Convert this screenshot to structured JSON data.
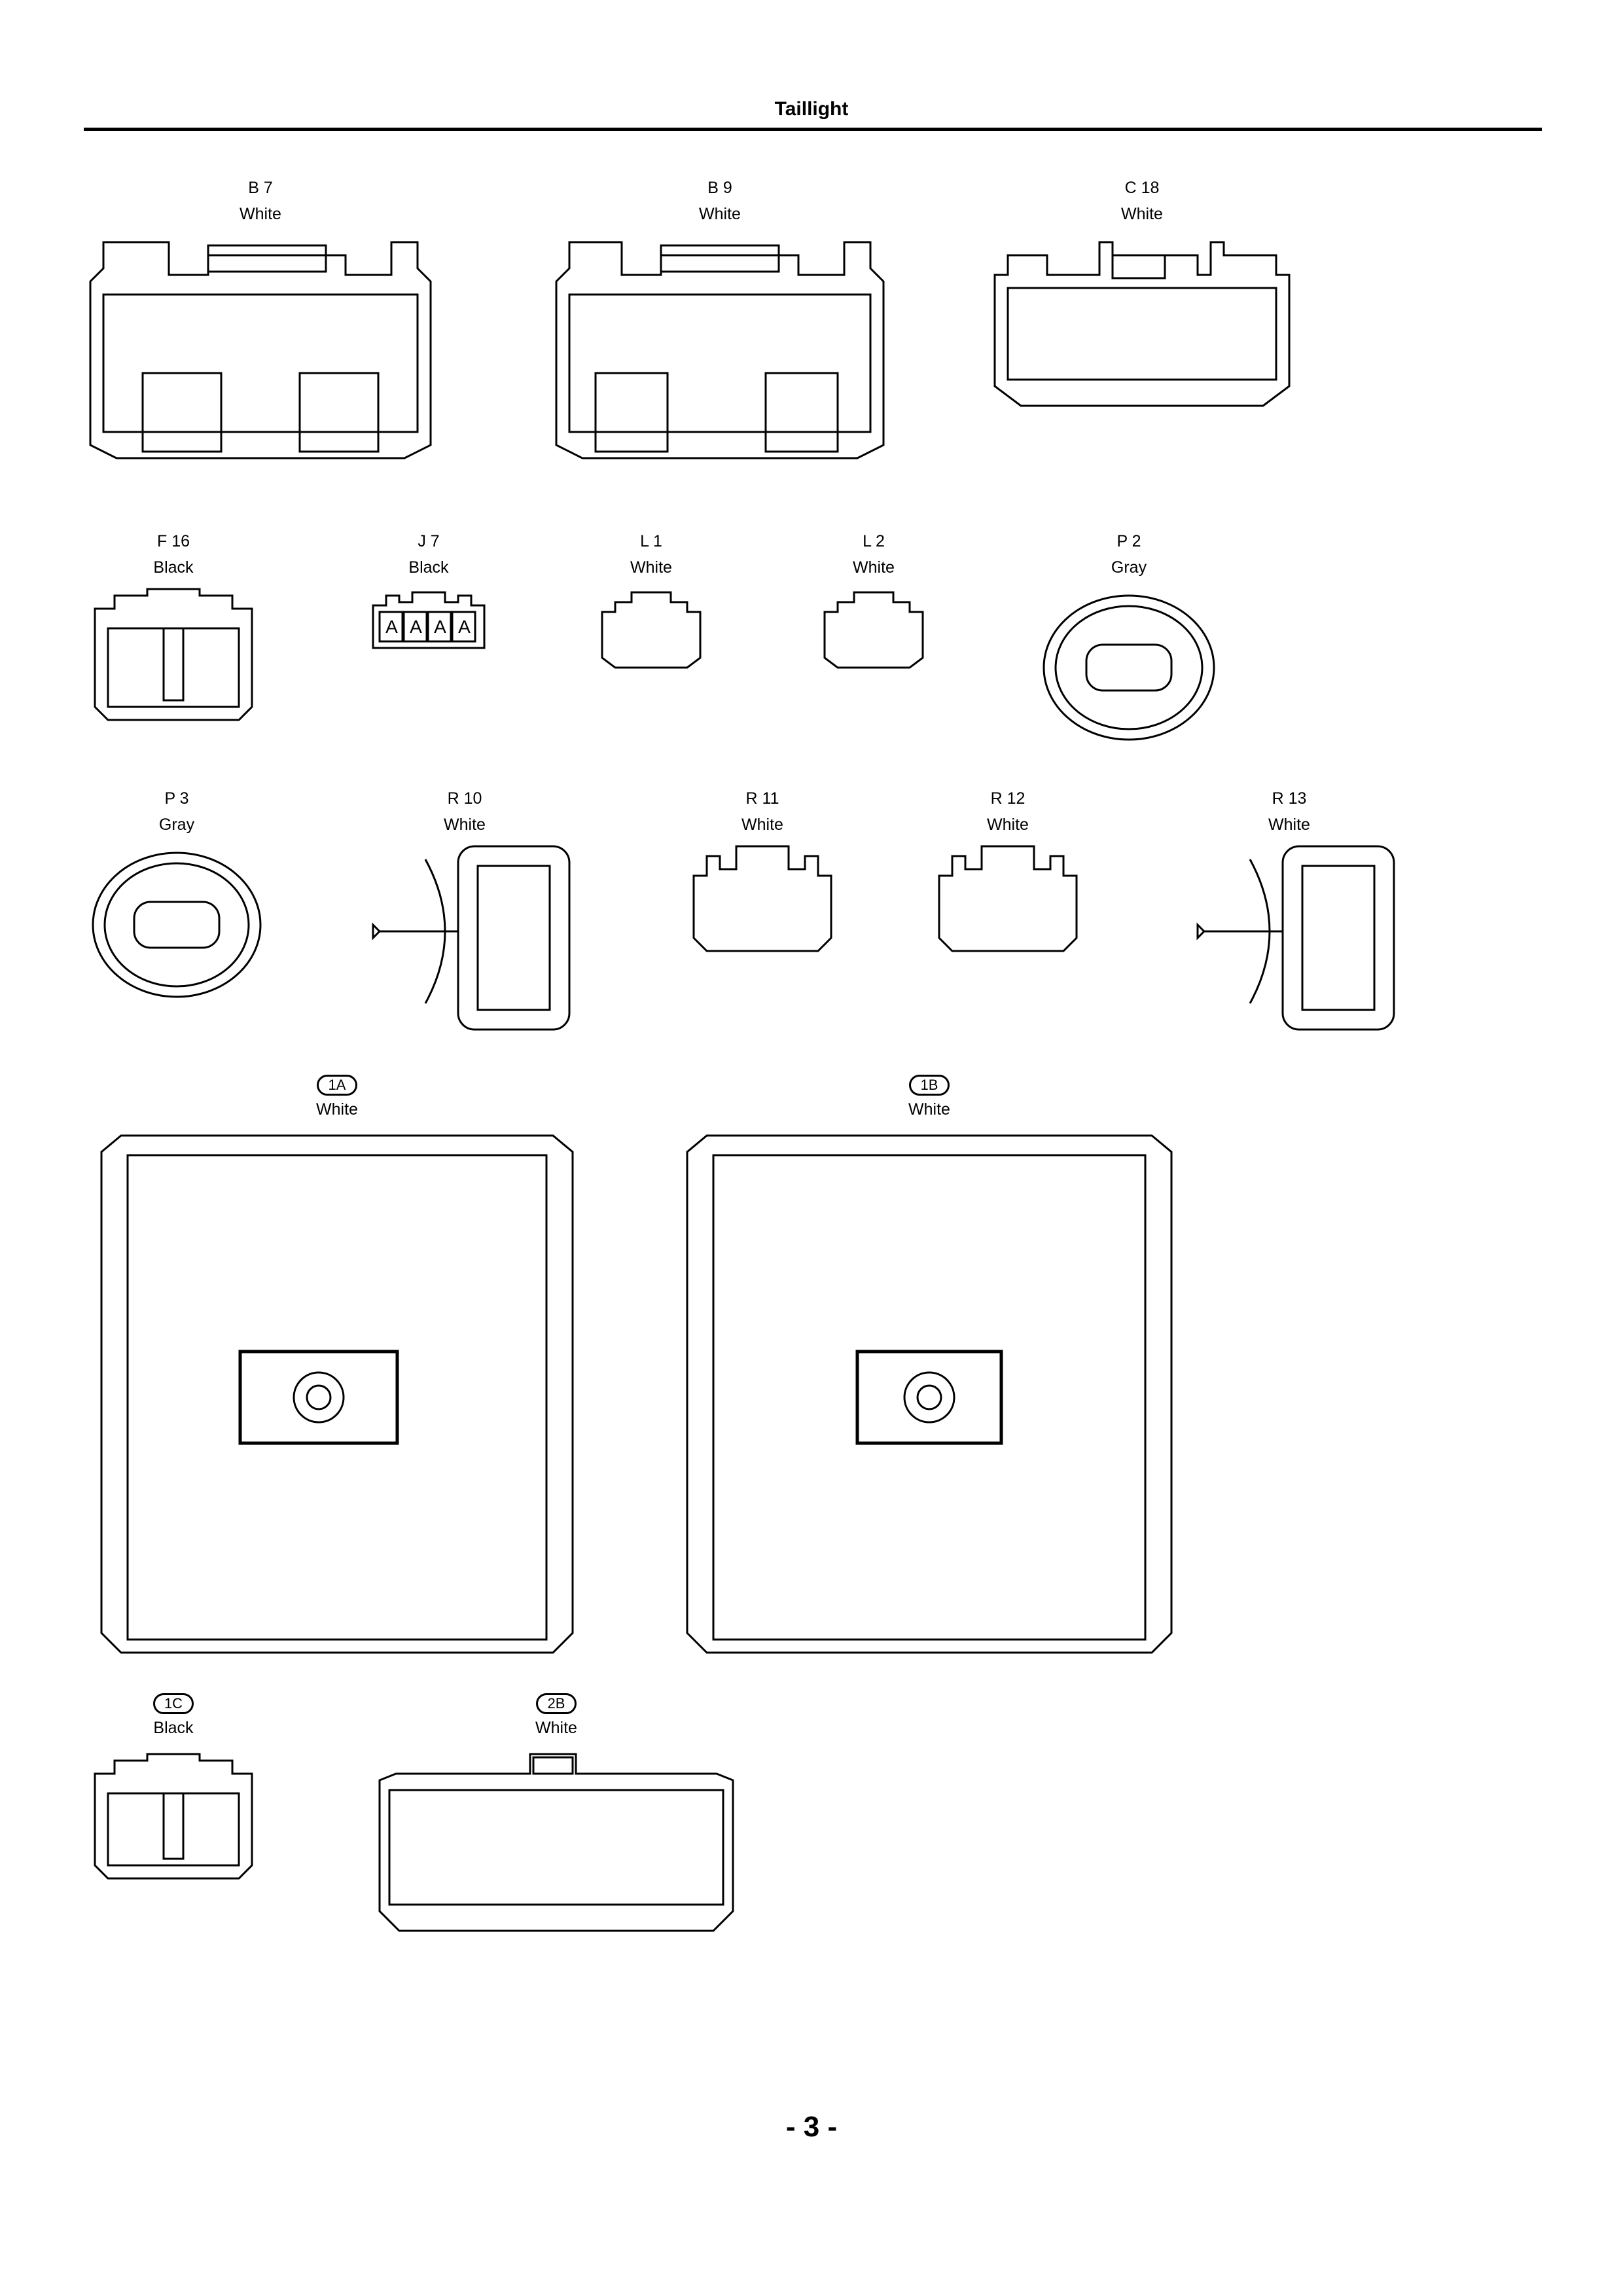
{
  "page": {
    "title": "Taillight",
    "page_number": "- 3 -"
  },
  "connectors": {
    "B7": {
      "id": "B 7",
      "color": "White"
    },
    "B9": {
      "id": "B 9",
      "color": "White"
    },
    "C18": {
      "id": "C 18",
      "color": "White"
    },
    "F16": {
      "id": "F 16",
      "color": "Black"
    },
    "J7": {
      "id": "J 7",
      "color": "Black",
      "pins": [
        "A",
        "A",
        "A",
        "A"
      ]
    },
    "L1": {
      "id": "L 1",
      "color": "White"
    },
    "L2": {
      "id": "L 2",
      "color": "White"
    },
    "P2": {
      "id": "P 2",
      "color": "Gray"
    },
    "P3": {
      "id": "P 3",
      "color": "Gray"
    },
    "R10": {
      "id": "R 10",
      "color": "White"
    },
    "R11": {
      "id": "R 11",
      "color": "White"
    },
    "R12": {
      "id": "R 12",
      "color": "White"
    },
    "R13": {
      "id": "R 13",
      "color": "White"
    },
    "1A": {
      "id": "1A",
      "color": "White"
    },
    "1B": {
      "id": "1B",
      "color": "White"
    },
    "1C": {
      "id": "1C",
      "color": "Black"
    },
    "2B": {
      "id": "2B",
      "color": "White"
    }
  }
}
